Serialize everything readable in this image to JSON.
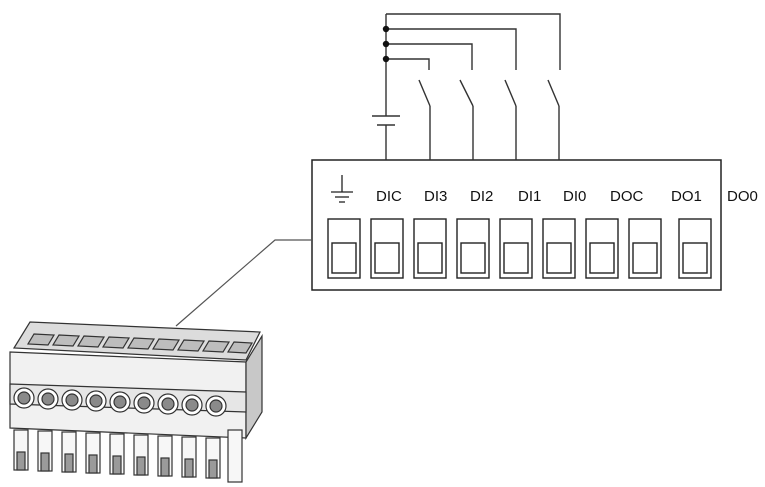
{
  "terminal_block": {
    "labels": [
      "DIC",
      "DI3",
      "DI2",
      "DI1",
      "DI0",
      "DOC",
      "DO1",
      "DO0"
    ],
    "ground_icon": "ground-icon",
    "slot_count": 9
  },
  "wiring": {
    "switch_count": 4,
    "source_icon": "battery-icon",
    "junction_count": 3
  },
  "connector": {
    "icon": "terminal-connector-plug",
    "screw_count": 9
  }
}
